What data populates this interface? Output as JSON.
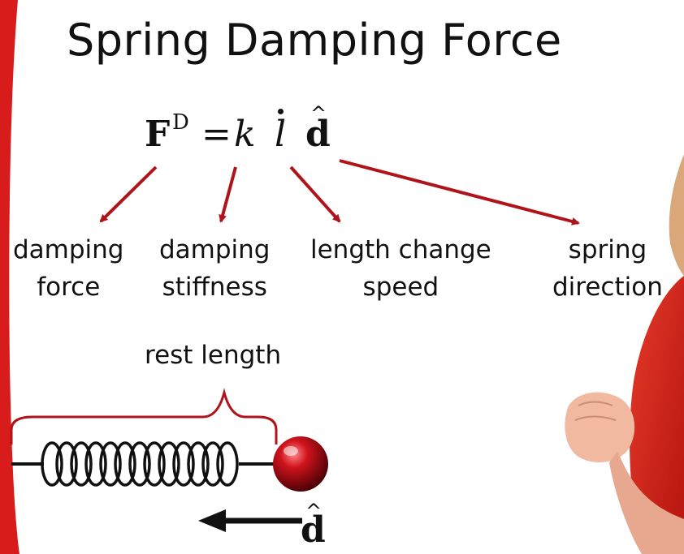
{
  "slide": {
    "title": "Spring Damping Force"
  },
  "formula": {
    "force_symbol": "F",
    "force_superscript": "D",
    "equals": "=",
    "stiffness_symbol": "k",
    "length_symbol": "l",
    "direction_symbol": "d"
  },
  "labels": [
    {
      "line1": "damping",
      "line2": "force"
    },
    {
      "line1": "damping",
      "line2": "stiffness"
    },
    {
      "line1": "length change",
      "line2": "speed"
    },
    {
      "line1": "spring",
      "line2": "direction"
    }
  ],
  "spring_diagram": {
    "bracket_label": "rest length",
    "arrow_symbol": "d"
  },
  "colors": {
    "arrow": "#b0141a",
    "band": "#d81c1c",
    "ball": "#c0111a",
    "text": "#111111"
  }
}
